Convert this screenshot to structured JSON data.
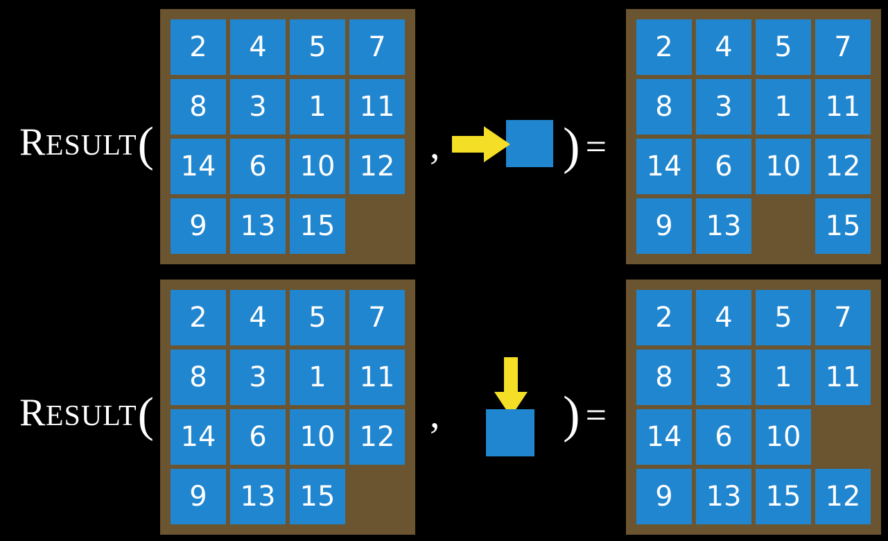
{
  "page": {
    "background_color": "#000000",
    "tile_color": "#2186d0",
    "board_color": "#6b5430",
    "arrow_color": "#f5de26",
    "text_color": "#ffffff"
  },
  "label": {
    "cap": "R",
    "smallcaps": "ESULT",
    "open_paren": "(",
    "full": "Result("
  },
  "operators": {
    "comma": ",",
    "close_paren": ")",
    "equals": "="
  },
  "rows": [
    {
      "name": "move-right-example",
      "input_board": {
        "rows": [
          [
            "2",
            "4",
            "5",
            "7"
          ],
          [
            "8",
            "3",
            "1",
            "11"
          ],
          [
            "14",
            "6",
            "10",
            "12"
          ],
          [
            "9",
            "13",
            "15",
            ""
          ]
        ]
      },
      "action": {
        "direction": "right",
        "icon": "arrow-right-icon",
        "tile_label": ""
      },
      "output_board": {
        "rows": [
          [
            "2",
            "4",
            "5",
            "7"
          ],
          [
            "8",
            "3",
            "1",
            "11"
          ],
          [
            "14",
            "6",
            "10",
            "12"
          ],
          [
            "9",
            "13",
            "",
            "15"
          ]
        ]
      }
    },
    {
      "name": "move-down-example",
      "input_board": {
        "rows": [
          [
            "2",
            "4",
            "5",
            "7"
          ],
          [
            "8",
            "3",
            "1",
            "11"
          ],
          [
            "14",
            "6",
            "10",
            "12"
          ],
          [
            "9",
            "13",
            "15",
            ""
          ]
        ]
      },
      "action": {
        "direction": "down",
        "icon": "arrow-down-icon",
        "tile_label": ""
      },
      "output_board": {
        "rows": [
          [
            "2",
            "4",
            "5",
            "7"
          ],
          [
            "8",
            "3",
            "1",
            "11"
          ],
          [
            "14",
            "6",
            "10",
            ""
          ],
          [
            "9",
            "13",
            "15",
            "12"
          ]
        ]
      }
    }
  ]
}
